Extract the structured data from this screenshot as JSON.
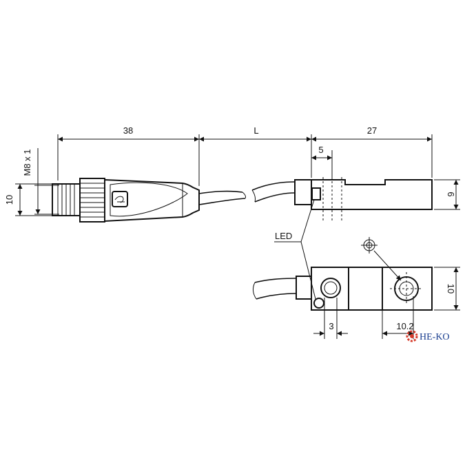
{
  "dimensions": {
    "connector_length": "38",
    "cable_length": "L",
    "sensor_length": "27",
    "led_offset": "5",
    "sensor_height_side": "6",
    "thread": "M8 x 1",
    "connector_diameter": "10",
    "sensor_height_top": "10",
    "led_hole_diameter": "3",
    "mount_hole_spacing": "10.2"
  },
  "labels": {
    "led": "LED"
  },
  "watermark": {
    "text": "HE-KO",
    "color": "#1a3e8f",
    "logo_color": "#d63a2a"
  },
  "colors": {
    "line": "#111111",
    "background": "#ffffff"
  }
}
